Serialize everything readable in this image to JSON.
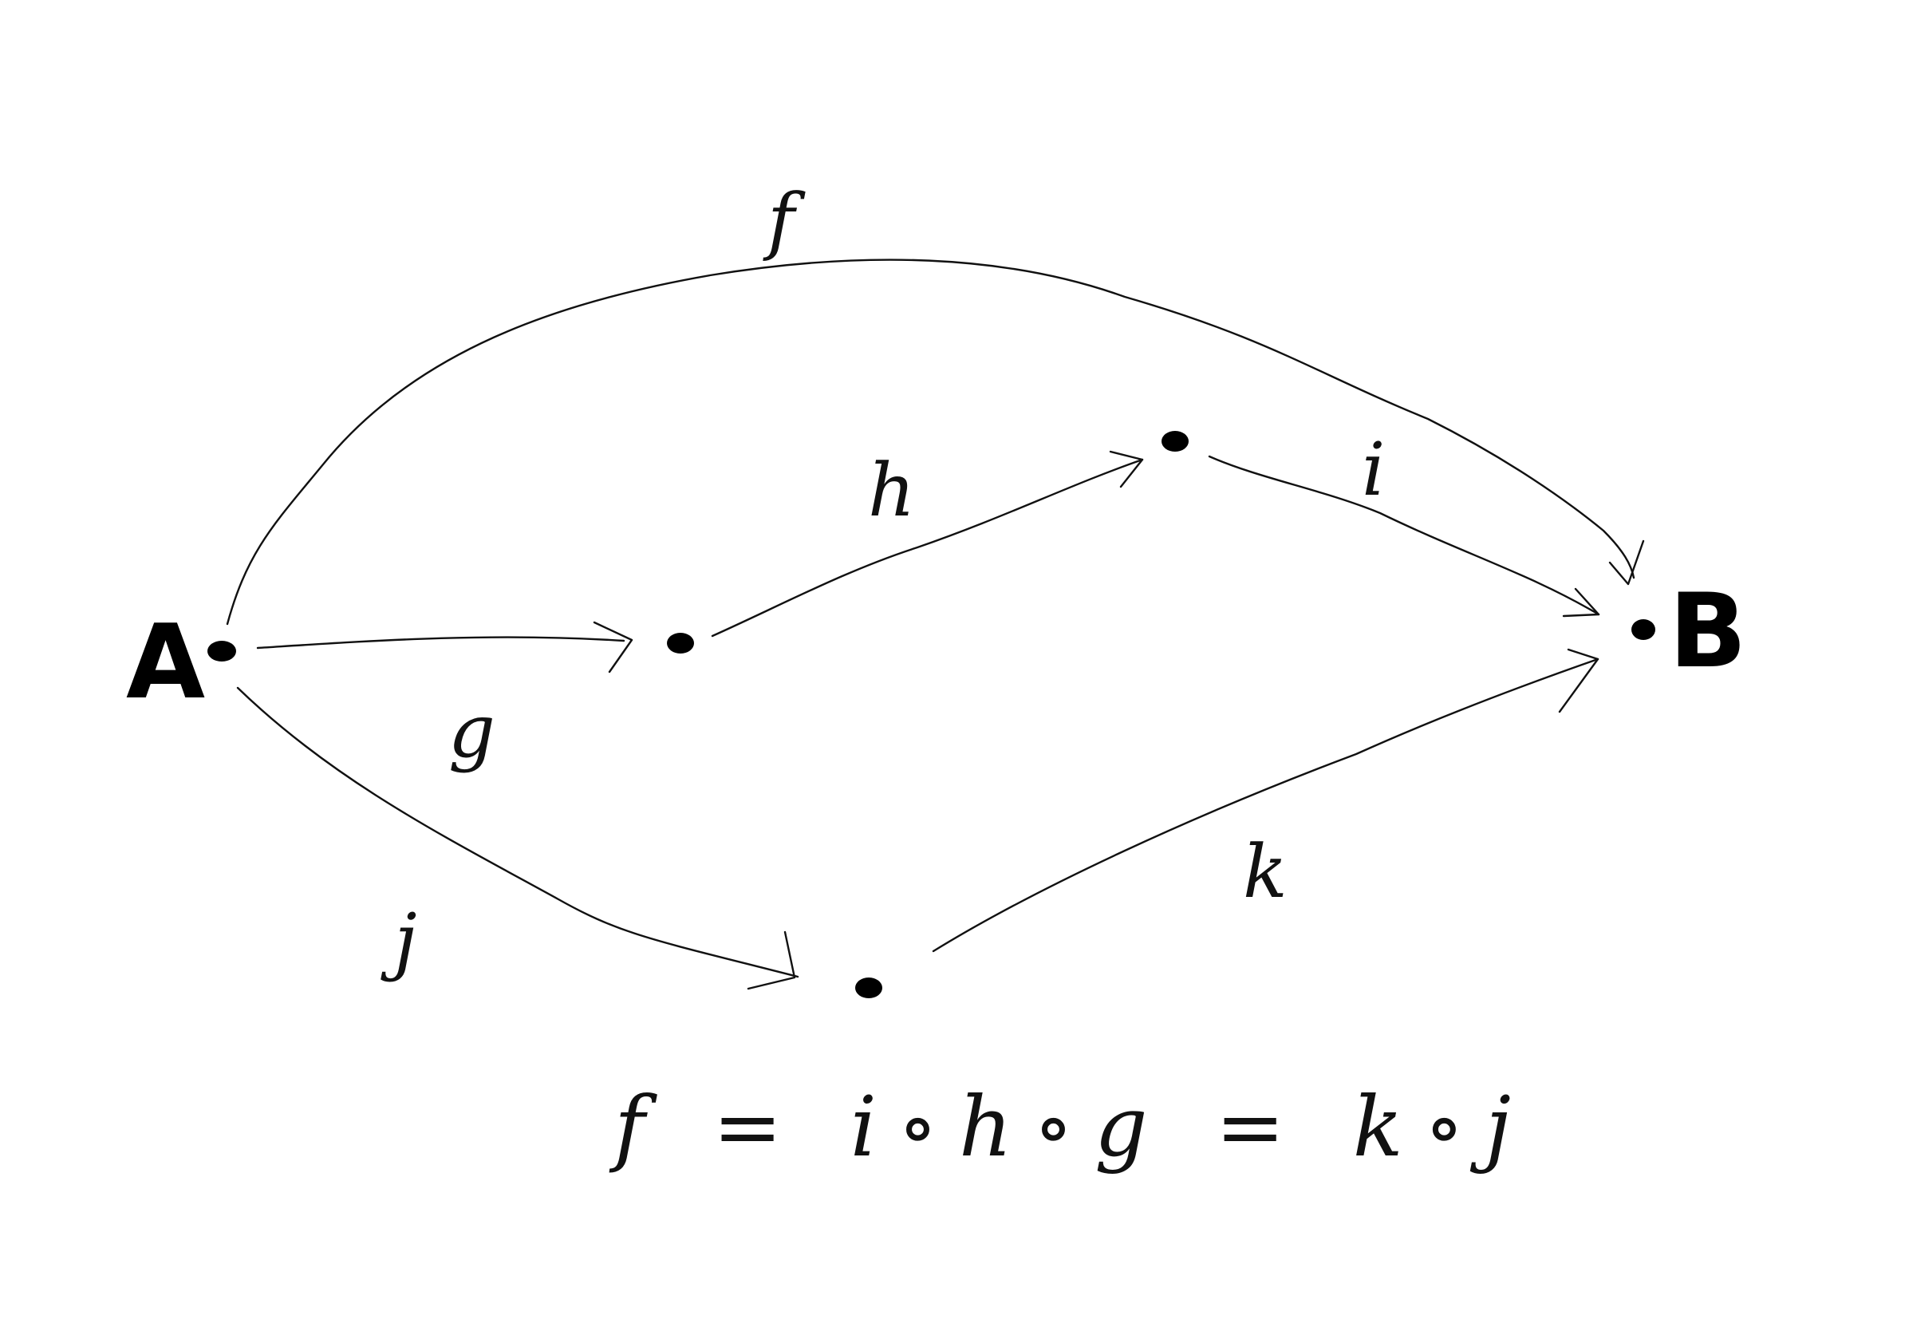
{
  "diagram": {
    "nodes": {
      "a_label": "A",
      "b_label": "B"
    },
    "edges": {
      "f": "f",
      "g": "g",
      "h": "h",
      "i": "i",
      "j": "j",
      "k": "k"
    },
    "equation": "f = i∘h∘g = k∘j"
  }
}
